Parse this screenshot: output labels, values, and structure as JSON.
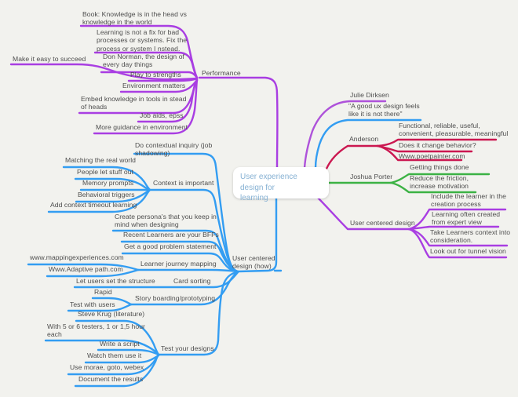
{
  "colors": {
    "background": "#f2f2ee",
    "node_text": "#4d4d4d",
    "root_text": "#86b1d3",
    "purple": "#a93ee2",
    "lilac": "#ae52da",
    "blue": "#339df2",
    "crimson": "#cb1750",
    "green": "#3cb244"
  },
  "root": {
    "label": "User experience design for\nlearning"
  },
  "branches": [
    {
      "label": "Performance",
      "color": "purple",
      "children": [
        {
          "label": "Book: Knowledge is in the head vs\nknowledge in the world"
        },
        {
          "label": "Learning is not a fix for bad\nprocesses or systems. Fix the\nprocess or system I nstead."
        },
        {
          "label": "Don Norman, the design of\nevery day things"
        },
        {
          "label": "Make it easy to succeed"
        },
        {
          "label": "Play to strengths"
        },
        {
          "label": "Environment matters"
        },
        {
          "label": "Embed knowledge in tools in stead\nof heads"
        },
        {
          "label": "Job aids, epss"
        },
        {
          "label": "More guidance in environment"
        }
      ]
    },
    {
      "label": "Julie Dirksen",
      "color": "lilac",
      "children": []
    },
    {
      "label": "\"A good ux design feels\nlike it is not there\"",
      "color": "blue",
      "children": []
    },
    {
      "label": "Anderson",
      "color": "crimson",
      "children": [
        {
          "label": "Functional, reliable, useful,\nconvenient, pleasurable, meaningful"
        },
        {
          "label": "Does it change behavior?"
        },
        {
          "label": "Www.poetpainter.com"
        }
      ]
    },
    {
      "label": "Joshua Porter",
      "color": "green",
      "children": [
        {
          "label": "Getting things done"
        },
        {
          "label": "Reduce the friction,\nincrease motivation"
        }
      ]
    },
    {
      "label": "User centered design",
      "color": "purple",
      "children": [
        {
          "label": "Include the learner in the\ncreation process"
        },
        {
          "label": "Learning often created\nfrom expert view"
        },
        {
          "label": "Take Learners context into\nconsideration."
        },
        {
          "label": "Look out for tunnel vision"
        }
      ]
    },
    {
      "label": "User centered\ndesign (how)",
      "color": "blue",
      "children": [
        {
          "label": "Do contextual inquiry (job\nshadowing)",
          "children": []
        },
        {
          "label": "Context is important",
          "children": [
            {
              "label": "Matching the real world"
            },
            {
              "label": "People let stuff out"
            },
            {
              "label": "Memory prompts"
            },
            {
              "label": "Behavioral triggers"
            },
            {
              "label": "Add context timeout learning"
            }
          ]
        },
        {
          "label": "Create persona's that you keep in\nmind when designing",
          "children": []
        },
        {
          "label": "Recent Learners are your BFFs",
          "children": []
        },
        {
          "label": "Get a good problem statement",
          "children": []
        },
        {
          "label": "Learner journey mapping",
          "children": [
            {
              "label": "www.mappingexperiences.com"
            },
            {
              "label": "Www.Adaptive path.com"
            }
          ]
        },
        {
          "label": "Card sorting",
          "children": [
            {
              "label": "Let users set the structure"
            }
          ]
        },
        {
          "label": "Story boarding/prototyping",
          "children": [
            {
              "label": "Rapid"
            },
            {
              "label": "Test with users"
            }
          ]
        },
        {
          "label": "Test your designs",
          "children": [
            {
              "label": "Steve Krug (literature)"
            },
            {
              "label": "With 5 or 6 testers, 1 or 1,5 hour\neach"
            },
            {
              "label": "Write a script"
            },
            {
              "label": "Watch them use it"
            },
            {
              "label": "Use morae, goto, webex"
            },
            {
              "label": "Document the results"
            }
          ]
        }
      ]
    }
  ]
}
